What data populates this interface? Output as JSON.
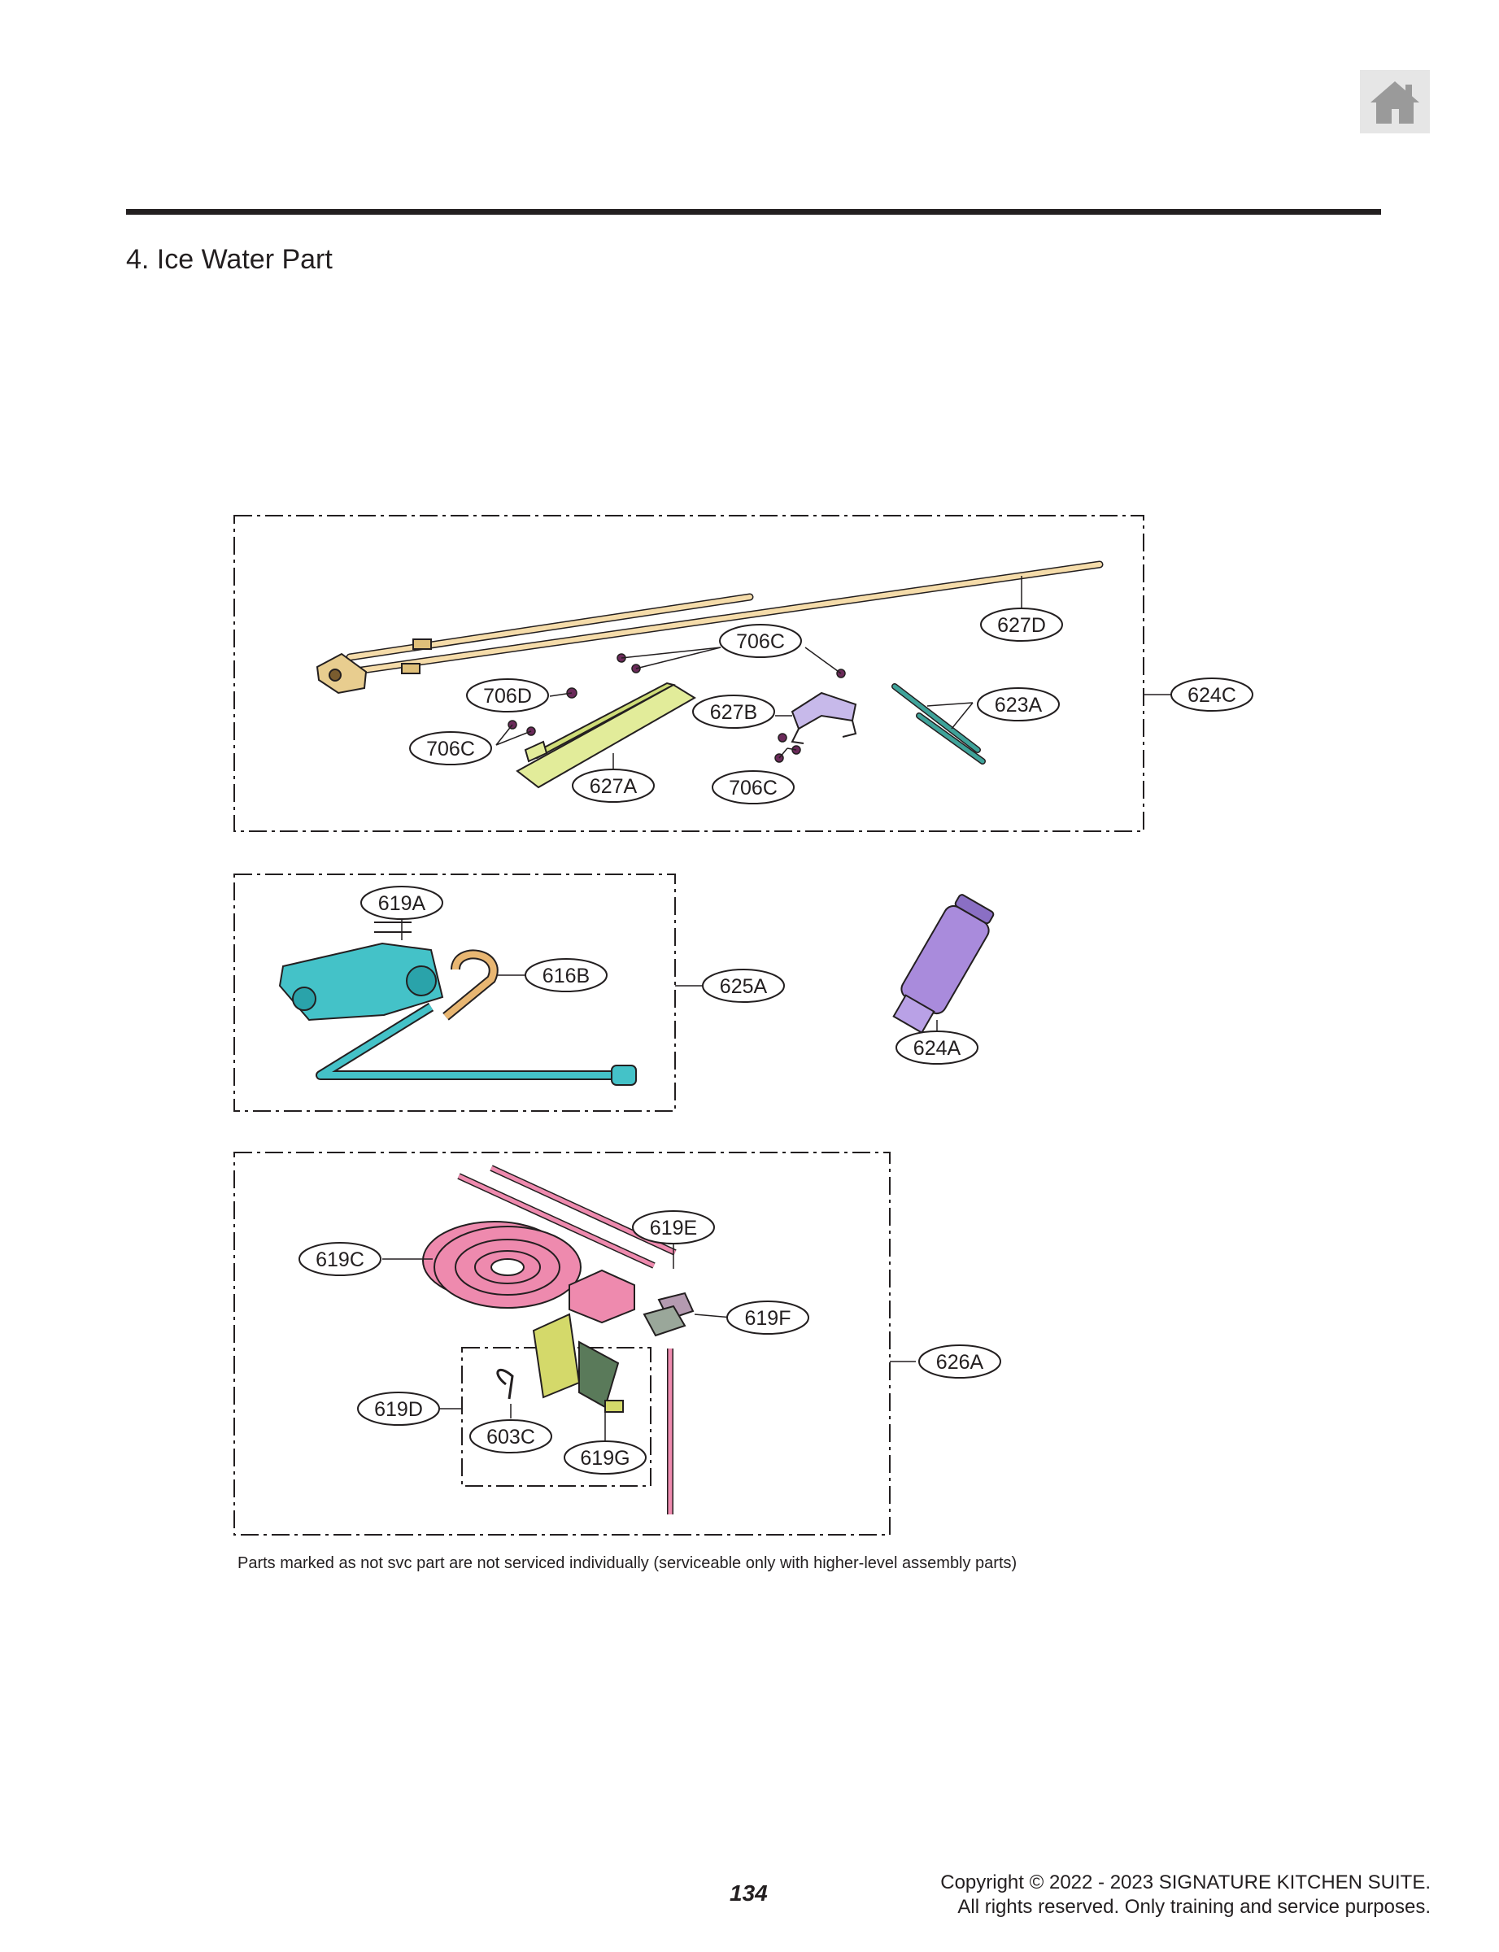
{
  "section_title": "4. Ice Water Part",
  "home_icon": "home-icon",
  "callouts": {
    "c627D": "627D",
    "c706C_top": "706C",
    "c706D": "706D",
    "c627B": "627B",
    "c623A": "623A",
    "c624C": "624C",
    "c706C_left": "706C",
    "c627A": "627A",
    "c706C_bottom": "706C",
    "c619A": "619A",
    "c616B": "616B",
    "c625A": "625A",
    "c624A": "624A",
    "c619E": "619E",
    "c619C": "619C",
    "c619F": "619F",
    "c626A": "626A",
    "c619D": "619D",
    "c603C": "603C",
    "c619G": "619G"
  },
  "colors": {
    "tube": "#f5dcaa",
    "bracket": "#e2ec9a",
    "holder": "#c7b9ea",
    "tie": "#3fa39a",
    "valve": "#44c2c8",
    "filter": "#a98bdc",
    "coil": "#ee8aae",
    "coupling": "#d4d96a"
  },
  "footnote": "Parts marked as not svc part are not serviced individually (serviceable only with higher-level assembly parts)",
  "page_number": "134",
  "copyright_line1": "Copyright © 2022 - 2023 SIGNATURE KITCHEN SUITE.",
  "copyright_line2": "All rights reserved. Only training and service purposes."
}
